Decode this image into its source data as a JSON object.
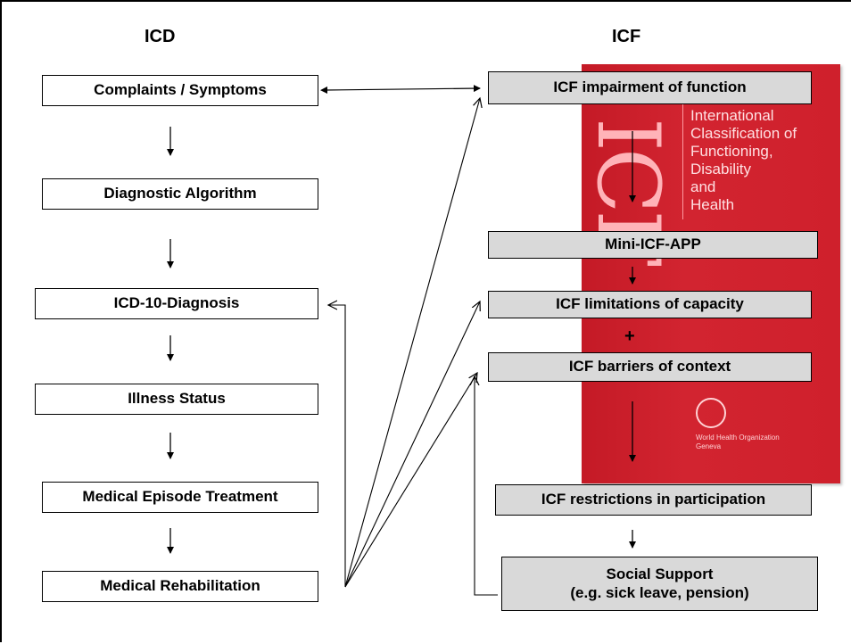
{
  "headings": {
    "icd": "ICD",
    "icf": "ICF"
  },
  "icd_steps": [
    "Complaints / Symptoms",
    "Diagnostic Algorithm",
    "ICD-10-Diagnosis",
    "Illness Status",
    "Medical Episode Treatment",
    "Medical Rehabilitation"
  ],
  "icf_steps": {
    "impairment": "ICF impairment of function",
    "mini_icf": "Mini-ICF-APP",
    "capacity": "ICF limitations of capacity",
    "plus": "+",
    "barriers": "ICF barriers of context",
    "participation": "ICF restrictions in participation",
    "social_line1": "Social Support",
    "social_line2": "(e.g. sick leave, pension)"
  },
  "book": {
    "logo_letters": "ICF",
    "title_lines": [
      "International",
      "Classification of",
      "Functioning,",
      "Disability",
      "and",
      "Health"
    ],
    "publisher_line1": "World Health Organization",
    "publisher_line2": "Geneva",
    "color": "#cf202c"
  },
  "colors": {
    "box_gray": "#d9d9d9",
    "line": "#000000"
  }
}
